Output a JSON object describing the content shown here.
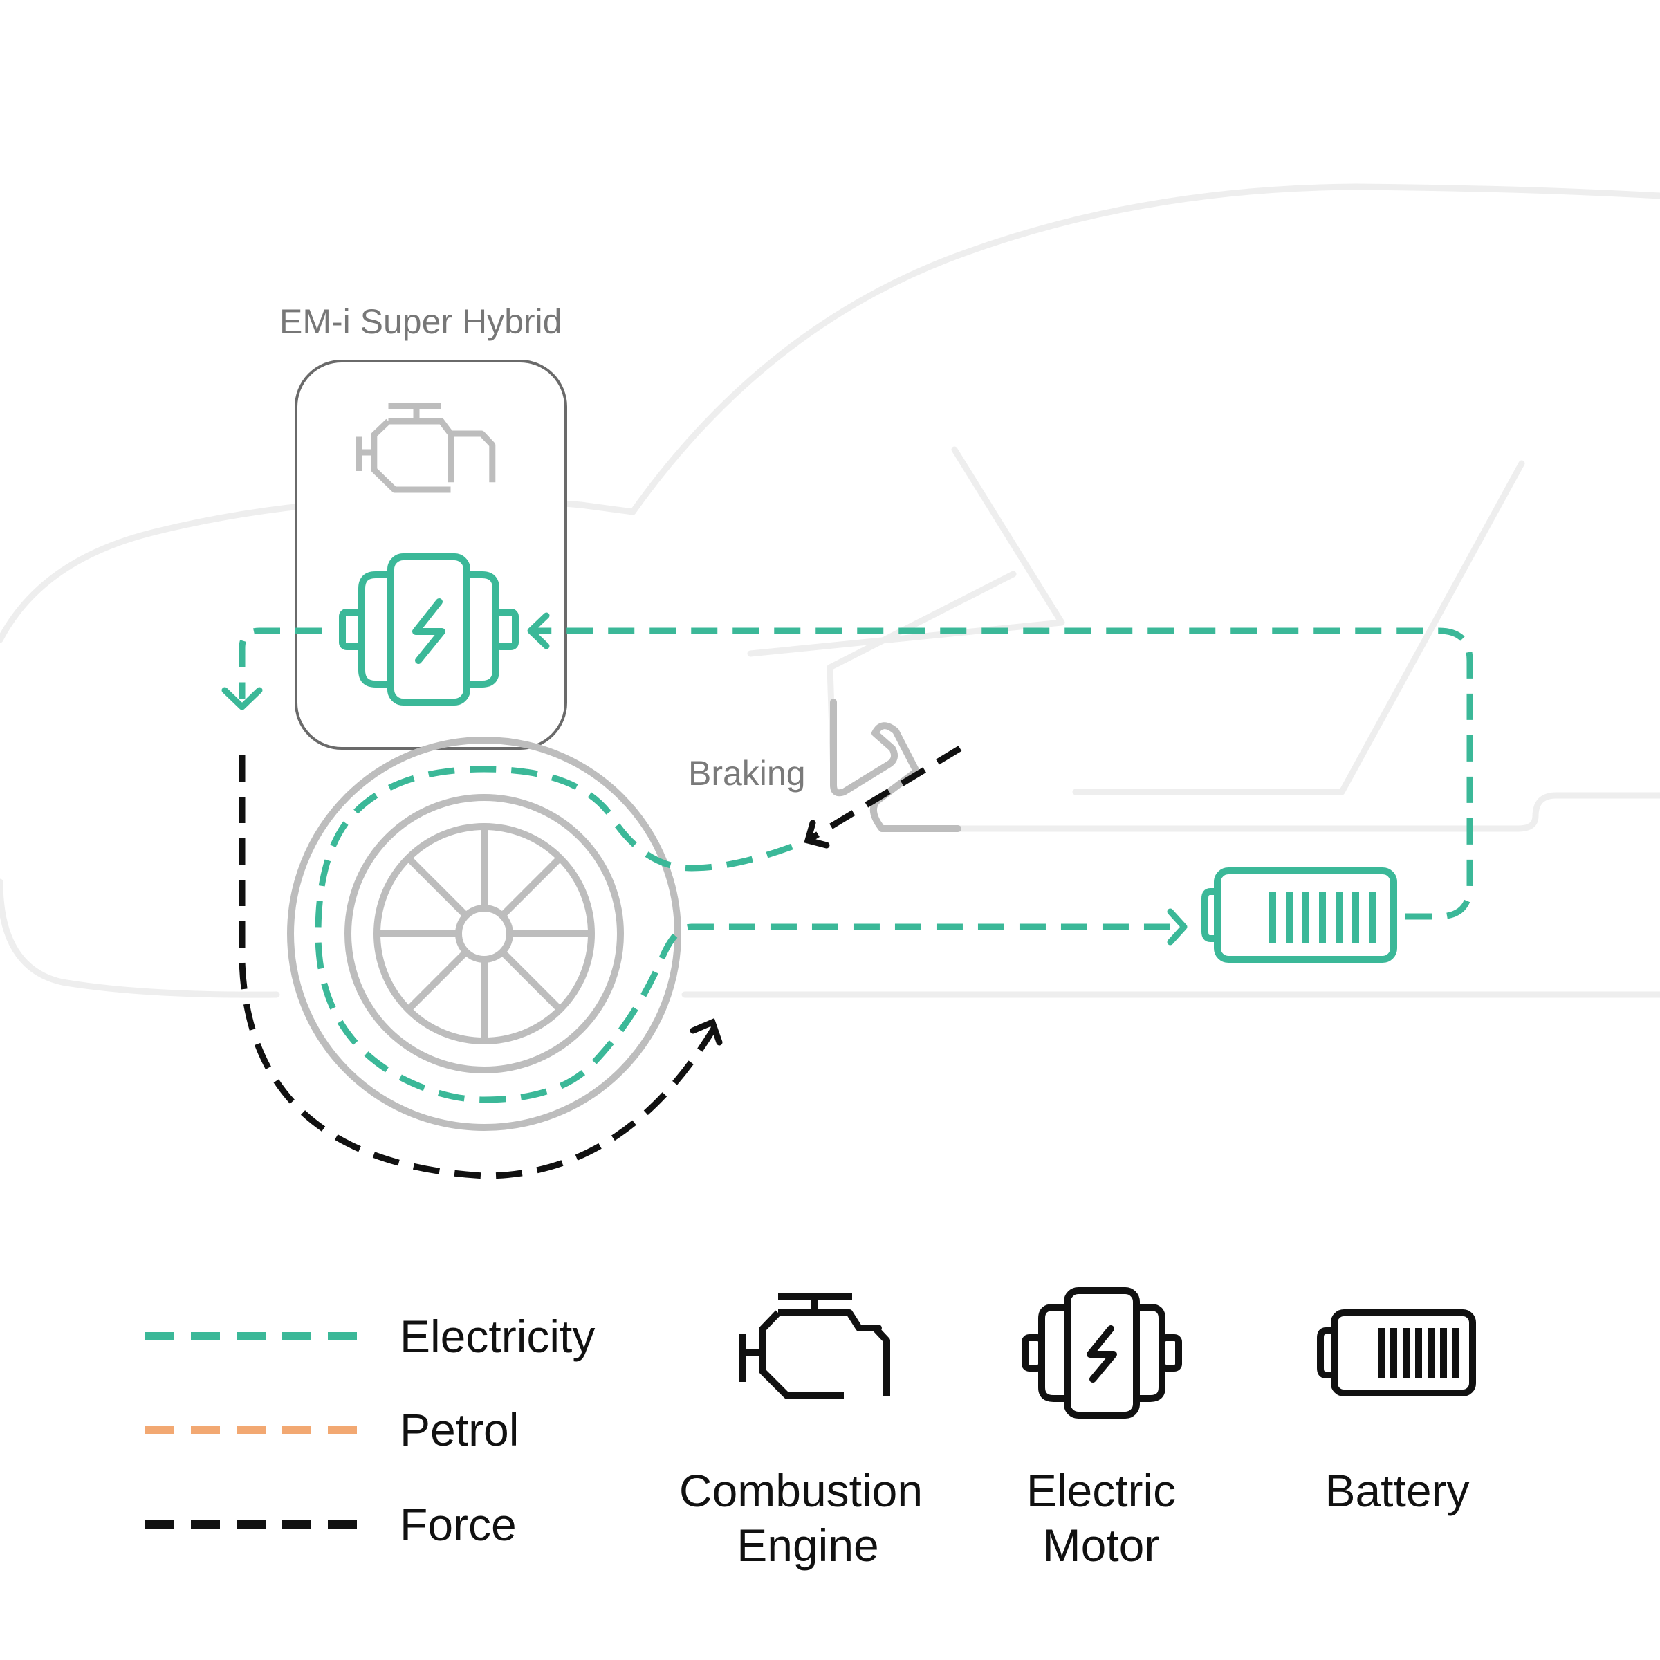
{
  "diagram": {
    "system_label": "EM-i Super Hybrid",
    "braking_label": "Braking"
  },
  "legend": {
    "items": [
      {
        "label": "Electricity",
        "color": "#3bb898"
      },
      {
        "label": "Petrol",
        "color": "#f2a872"
      },
      {
        "label": "Force",
        "color": "#111111"
      }
    ]
  },
  "components": {
    "engine": {
      "line1": "Combustion",
      "line2": "Engine",
      "icon": "engine-icon"
    },
    "motor": {
      "line1": "Electric",
      "line2": "Motor",
      "icon": "electric-motor-icon"
    },
    "battery": {
      "line1": "Battery",
      "icon": "battery-icon"
    }
  },
  "colors": {
    "electricity": "#3bb898",
    "petrol": "#f2a872",
    "force": "#111111",
    "inactive": "#bdbdbd",
    "car_outline": "#eeeeee"
  }
}
